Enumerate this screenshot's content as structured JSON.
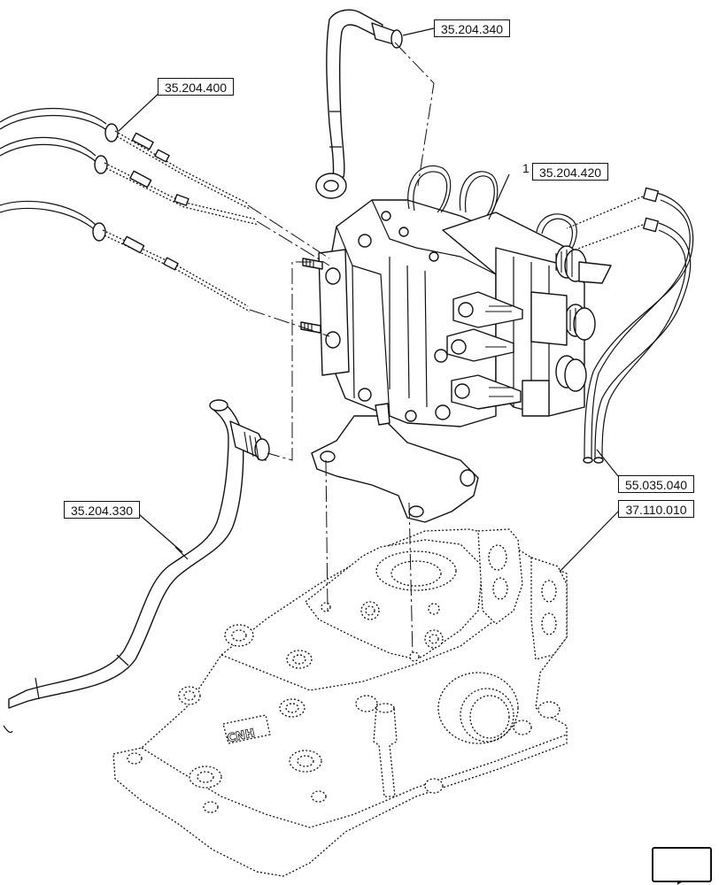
{
  "callouts": {
    "c340": "35.204.340",
    "c400": "35.204.400",
    "c420": "35.204.420",
    "c330": "35.204.330",
    "c040": "55.035.040",
    "c010": "37.110.010"
  },
  "item_number": "1",
  "nav_icon": "arrow-return-icon",
  "colors": {
    "line": "#111111",
    "background": "#ffffff"
  }
}
